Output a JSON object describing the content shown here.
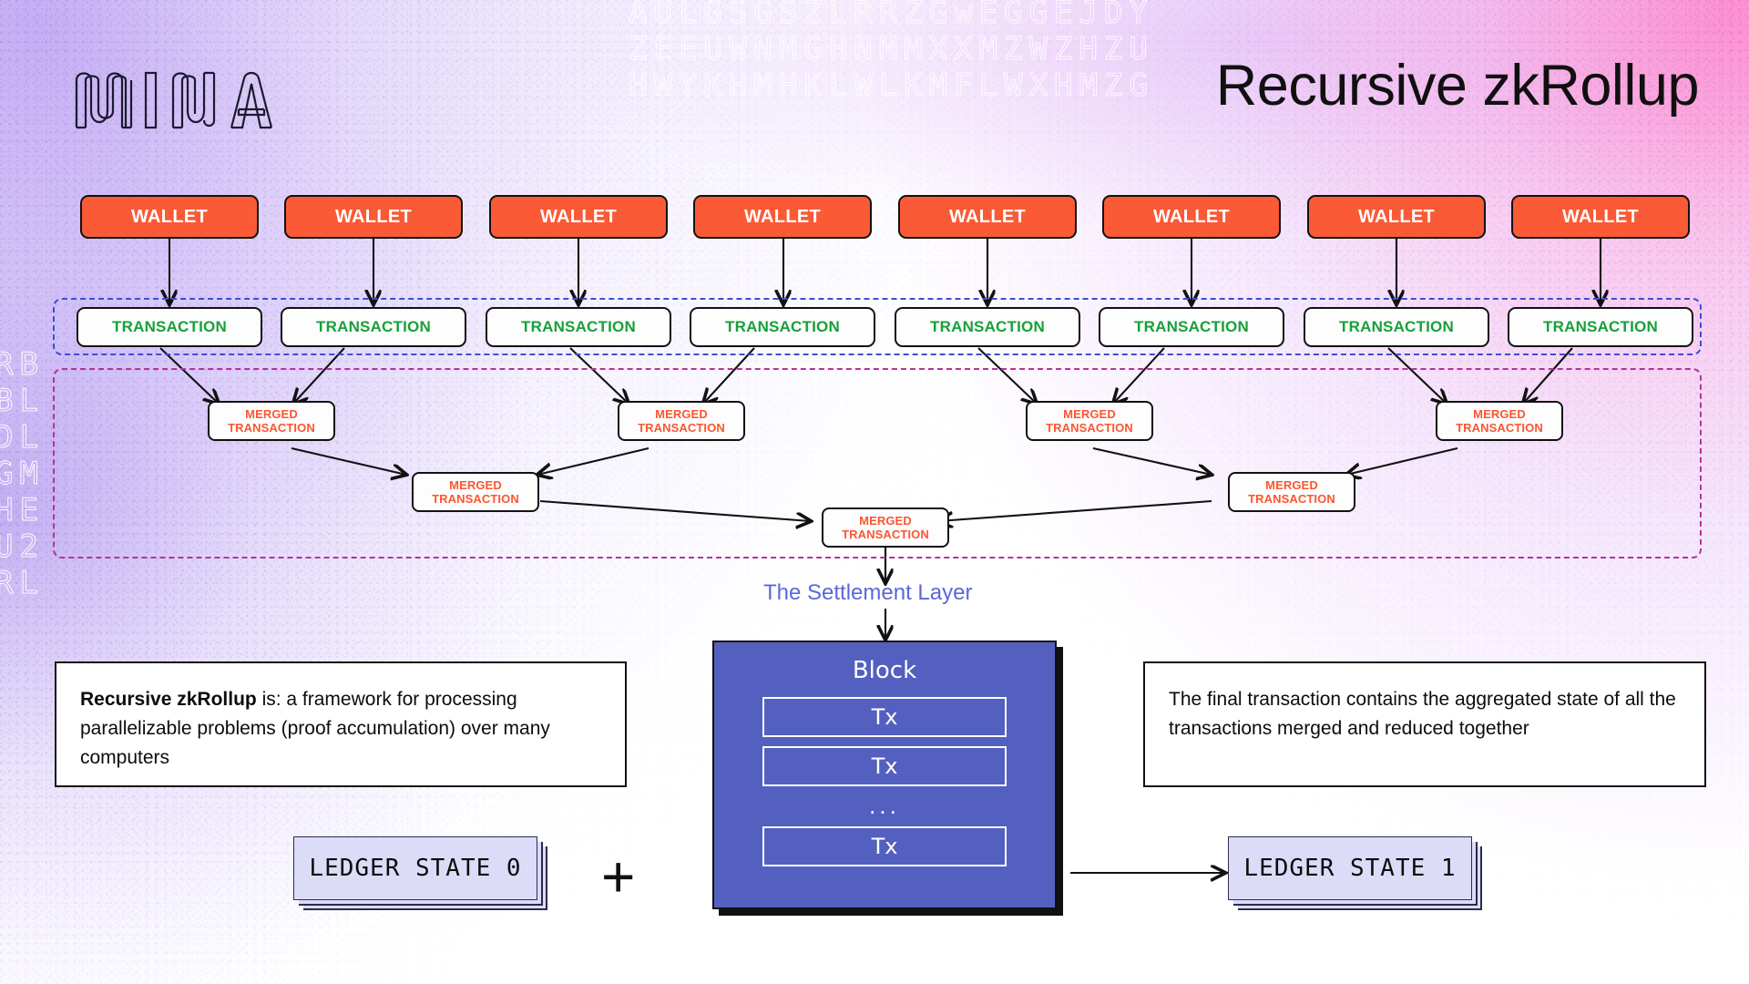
{
  "header": {
    "logo_text": "MINA",
    "logo_name": "mina-logo",
    "title": "Recursive zkRollup"
  },
  "background": {
    "glyph_rows_top": "AULGSGSZLRRZGwEGGEJDY\nZEEUWNMGHNMMXXMZWZHZU\nHWYKHMHKLWLKMFLWXHMZG",
    "glyph_rows_left": "RB\nBL\nDL\nGM\nHE\nU2\nRL",
    "accent_purple": "#8a5ce8",
    "accent_pink": "#ff69be"
  },
  "wallet_row": {
    "label": "WALLET",
    "count": 8,
    "color_bg": "#fa5a36",
    "color_text": "#ffffff"
  },
  "transaction_row": {
    "label": "TRANSACTION",
    "count": 8,
    "color_text": "#17a03a",
    "group_border_color": "#3c4ed4"
  },
  "merged_rows": {
    "label_line1": "MERGED",
    "label_line2": "TRANSACTION",
    "color_text": "#fb5630",
    "group_border_color": "#b4349a",
    "level1_count": 4,
    "level2_count": 2,
    "level3_count": 1
  },
  "settlement": {
    "label": "The Settlement Layer",
    "label_color": "#5b68dc"
  },
  "block": {
    "title": "Block",
    "bg_color": "#5360bf",
    "rows": [
      "Tx",
      "Tx",
      "...",
      "Tx"
    ]
  },
  "notes": {
    "left": {
      "bold_lead": "Recursive zkRollup",
      "rest": " is: a framework for processing parallelizable problems (proof accumulation) over many computers"
    },
    "right": {
      "text": "The final transaction contains the aggregated state of all the transactions merged and reduced together"
    }
  },
  "ledger": {
    "state_before": "LEDGER STATE 0",
    "state_after": "LEDGER STATE 1",
    "plus": "+",
    "bg_color": "#dcdcf9"
  }
}
